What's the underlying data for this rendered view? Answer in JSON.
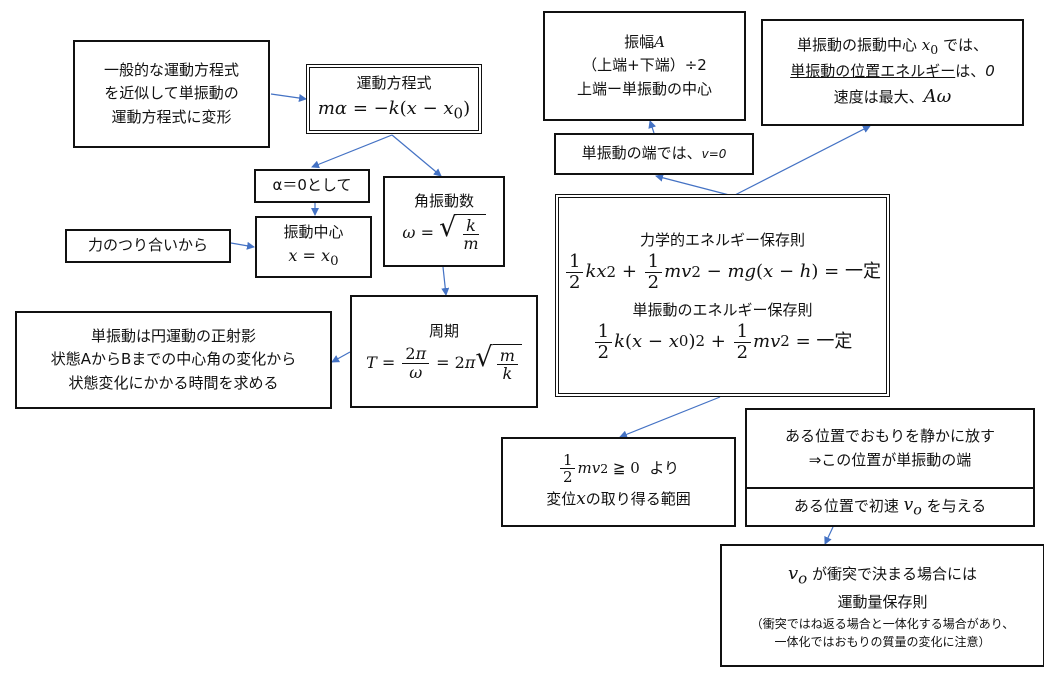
{
  "boxes": {
    "general_eq": {
      "lines": [
        "一般的な運動方程式",
        "を近似して単振動の",
        "運動方程式に変形"
      ]
    },
    "eom": {
      "title": "運動方程式"
    },
    "alpha_zero": {
      "text": "α＝0として"
    },
    "balance": {
      "text": "力のつり合いから"
    },
    "center": {
      "title": "振動中心"
    },
    "angular": {
      "title": "角振動数"
    },
    "period": {
      "title": "周期"
    },
    "circular": {
      "lines": [
        "単振動は円運動の正射影",
        "状態AからBまでの中心角の変化から",
        "状態変化にかかる時間を求める"
      ]
    },
    "amplitude": {
      "title_prefix": "振幅",
      "line2": "（上端+下端）÷2",
      "line3": "上端ー単振動の中心"
    },
    "end": {
      "text": "単振動の端では、",
      "value": "v=0"
    },
    "center_energy": {
      "line1": "単振動の振動中心",
      "line1_tail": "では、",
      "line2_u": "単振動の位置エネルギー",
      "line2_tail": "は、",
      "line2_value": "0",
      "line3": "速度は最大、"
    },
    "energy": {
      "title1": "力学的エネルギー保存則",
      "title2": "単振動のエネルギー保存則",
      "const": "一定"
    },
    "range": {
      "tail": "より",
      "line2a": "変位",
      "line2b": "の取り得る範囲"
    },
    "release": {
      "line1": "ある位置でおもりを静かに放す",
      "line2": "⇒この位置が単振動の端",
      "line3a": "ある位置で初速",
      "line3b": "を与える"
    },
    "collision": {
      "line1": "が衝突で決まる場合には",
      "line2": "運動量保存則",
      "note1": "（衝突ではね返る場合と一体化する場合があり、",
      "note2": "一体化ではおもりの質量の変化に注意）"
    }
  }
}
